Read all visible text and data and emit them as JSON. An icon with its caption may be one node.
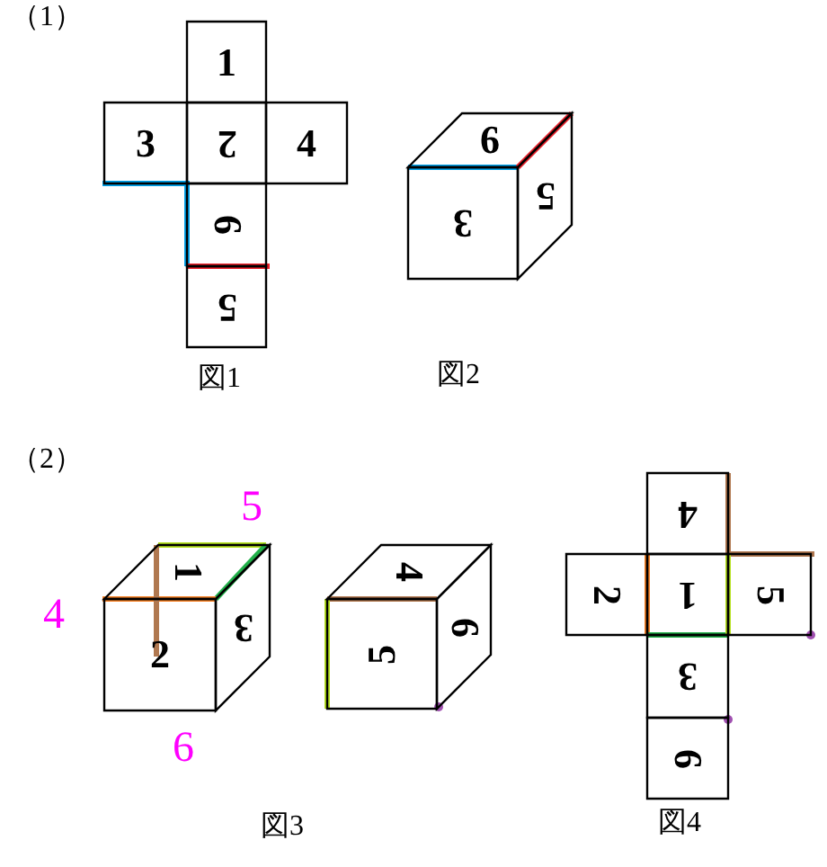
{
  "diagram": {
    "nodes": [
      {
        "text": [
          "1"
        ]
      },
      {
        "text": [
          "3"
        ]
      },
      {
        "text": [
          "2"
        ]
      },
      {
        "text": [
          "4"
        ]
      },
      {
        "text": [
          "6"
        ]
      },
      {
        "text": [
          "5"
        ]
      },
      {
        "text": [
          "6"
        ]
      },
      {
        "text": [
          "3"
        ]
      },
      {
        "text": [
          "5"
        ]
      },
      {
        "text": [
          "1"
        ]
      },
      {
        "text": [
          "2"
        ]
      },
      {
        "text": [
          "3"
        ]
      },
      {
        "text": [
          "4"
        ]
      },
      {
        "text": [
          "5"
        ]
      },
      {
        "text": [
          "6"
        ]
      },
      {
        "text": [
          "4"
        ]
      },
      {
        "text": [
          "2"
        ]
      },
      {
        "text": [
          "1"
        ]
      },
      {
        "text": [
          "5"
        ]
      },
      {
        "text": [
          "3"
        ]
      },
      {
        "text": [
          "6"
        ]
      }
    ],
    "labels": [
      "（1）",
      "図1",
      "図2",
      "（2）",
      "5",
      "4",
      "6",
      "図3",
      "図4"
    ]
  }
}
